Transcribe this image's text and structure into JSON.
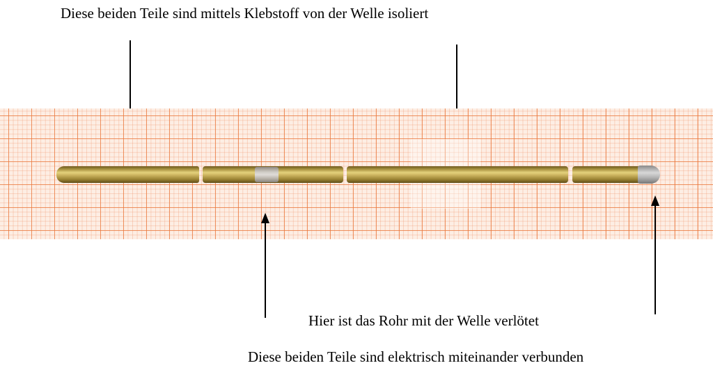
{
  "annotations": {
    "top": "Diese beiden Teile sind mittels Klebstoff von der Welle isoliert",
    "middle": "Hier ist das Rohr mit der Welle verlötet",
    "bottom": "Diese beiden Teile sind elektrisch miteinander verbunden"
  },
  "colors": {
    "text": "#000000",
    "graph_paper": "#fdeee4",
    "grid_lines": "#eb783c",
    "brass": "#c9b15c",
    "solder": "#b5b5b5"
  }
}
